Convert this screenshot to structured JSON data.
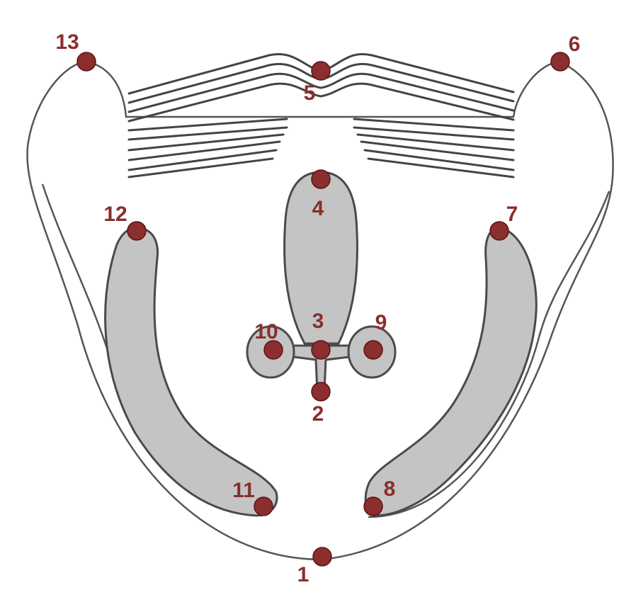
{
  "diagram": {
    "colors": {
      "marker": "#8b2e2e",
      "label": "#8b2e2e",
      "fill": "#c4c4c4",
      "stroke": "#4a4a4a"
    },
    "landmarks": [
      {
        "id": "lm-1",
        "label": "1"
      },
      {
        "id": "lm-2",
        "label": "2"
      },
      {
        "id": "lm-3",
        "label": "3"
      },
      {
        "id": "lm-4",
        "label": "4"
      },
      {
        "id": "lm-5",
        "label": "5"
      },
      {
        "id": "lm-6",
        "label": "6"
      },
      {
        "id": "lm-7",
        "label": "7"
      },
      {
        "id": "lm-8",
        "label": "8"
      },
      {
        "id": "lm-9",
        "label": "9"
      },
      {
        "id": "lm-10",
        "label": "10"
      },
      {
        "id": "lm-11",
        "label": "11"
      },
      {
        "id": "lm-12",
        "label": "12"
      },
      {
        "id": "lm-13",
        "label": "13"
      }
    ]
  }
}
